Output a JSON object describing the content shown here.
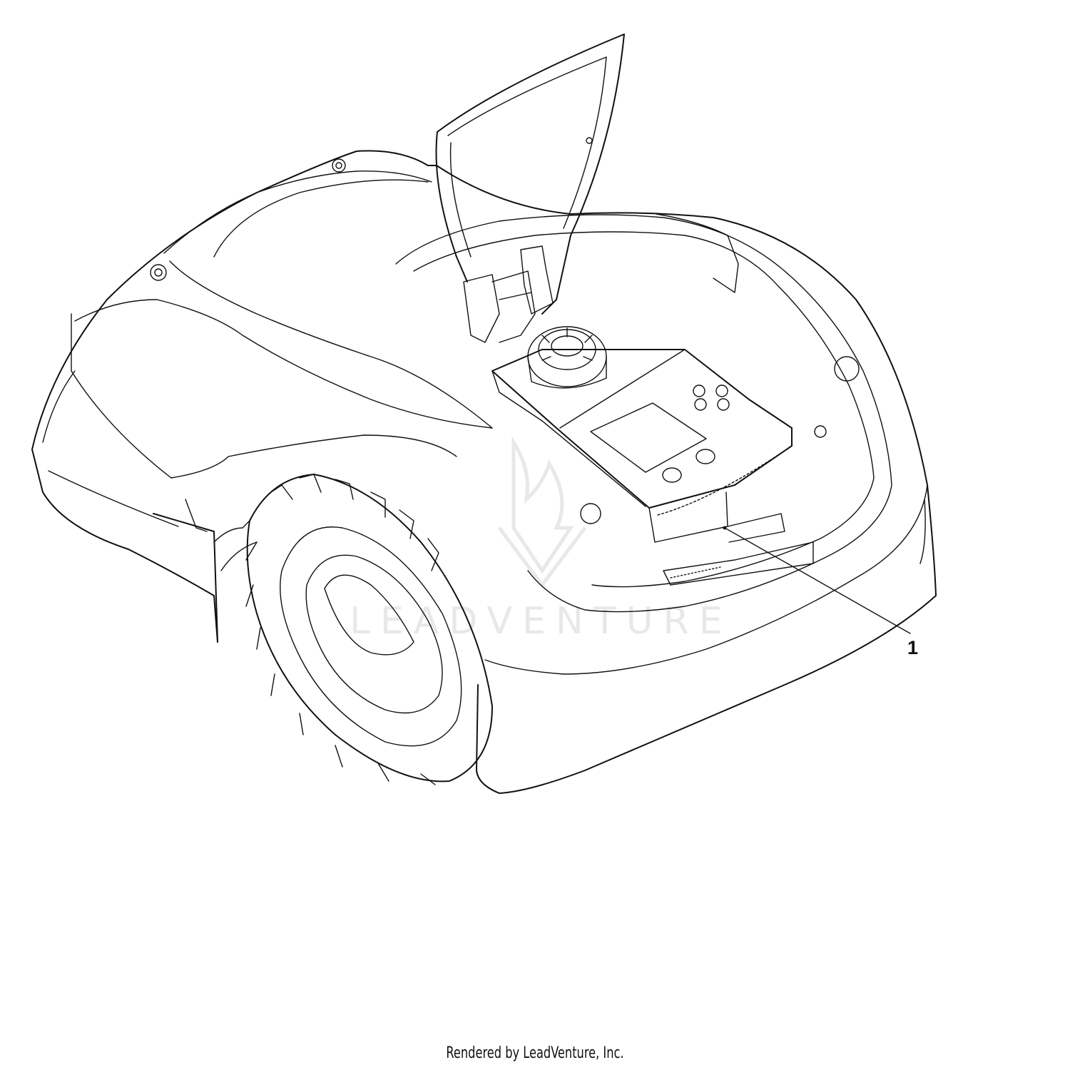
{
  "diagram": {
    "subject": "robotic-lawn-mower",
    "callouts": [
      {
        "number": "1"
      }
    ],
    "watermark_text": "LEADVENTURE",
    "credit": "Rendered by LeadVenture, Inc."
  },
  "colors": {
    "line": "#111111",
    "watermark": "#e6e6e6",
    "background": "#ffffff"
  }
}
